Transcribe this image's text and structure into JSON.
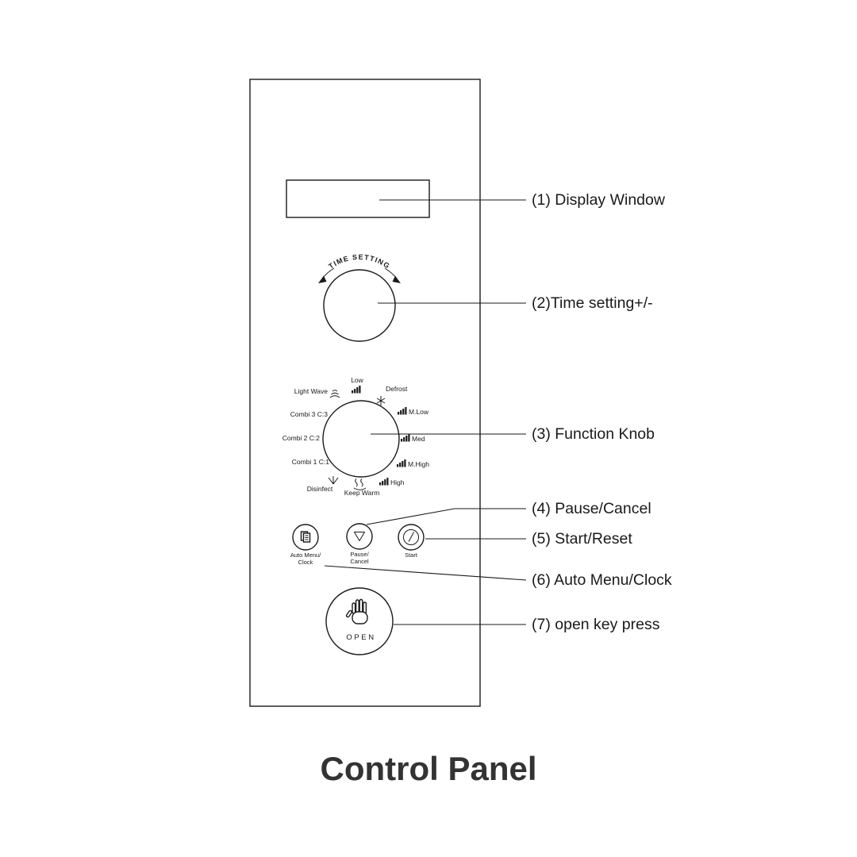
{
  "title": "Control Panel",
  "colors": {
    "ink": "#1a1a1a",
    "background": "#ffffff",
    "title": "#333333"
  },
  "panel": {
    "time_knob": {
      "arc_label": "TIME SETTING"
    },
    "function_knob": {
      "low": "Low",
      "light_wave": "Light Wave",
      "defrost": "Defrost",
      "combi3": "Combi 3  C:3",
      "m_low": "M.Low",
      "combi2": "Combi 2  C:2",
      "med": "Med",
      "combi1": "Combi 1  C:1",
      "m_high": "M.High",
      "disinfect": "Disinfect",
      "keep_warm": "Keep Warm",
      "high": "High"
    },
    "buttons": {
      "auto_menu_line1": "Auto Menu/",
      "auto_menu_line2": "Clock",
      "pause_line1": "Pause/",
      "pause_line2": "Cancel",
      "start": "Start",
      "open": "OPEN"
    }
  },
  "callouts": {
    "c1": "(1) Display Window",
    "c2": "(2)Time setting+/-",
    "c3": "(3) Function Knob",
    "c4": "(4) Pause/Cancel",
    "c5": "(5) Start/Reset",
    "c6": "(6) Auto Menu/Clock",
    "c7": "(7) open key press"
  }
}
